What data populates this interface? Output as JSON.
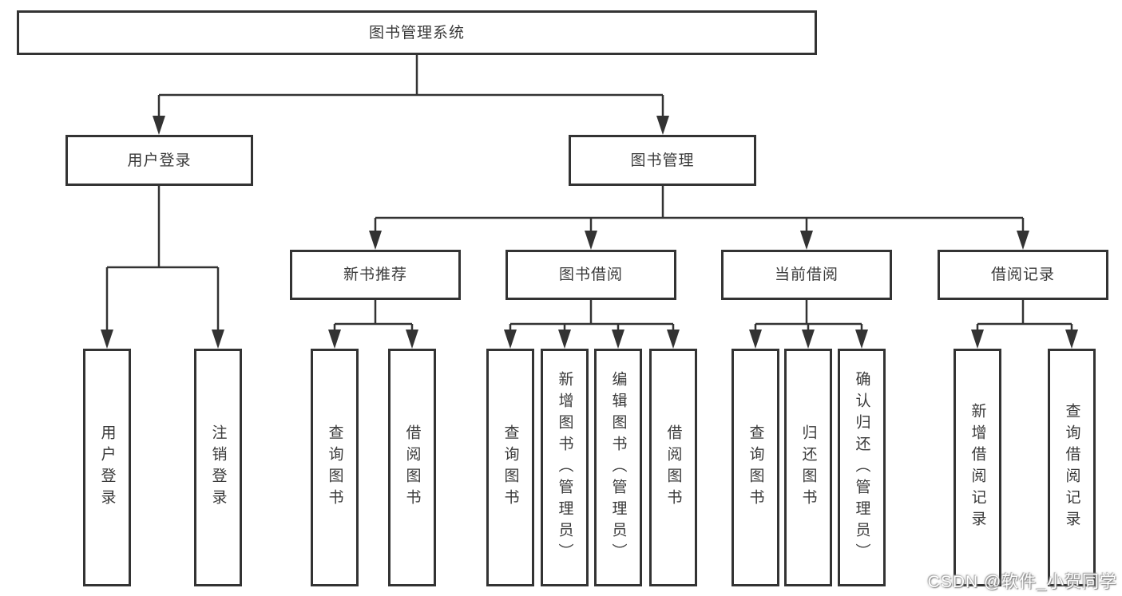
{
  "tree": {
    "label": "图书管理系统",
    "children": [
      {
        "label": "用户登录",
        "children": [
          {
            "label": "用户登录"
          },
          {
            "label": "注销登录"
          }
        ]
      },
      {
        "label": "图书管理",
        "children": [
          {
            "label": "新书推荐",
            "children": [
              {
                "label": "查询图书"
              },
              {
                "label": "借阅图书"
              }
            ]
          },
          {
            "label": "图书借阅",
            "children": [
              {
                "label": "查询图书"
              },
              {
                "label": "新增图书（管理员）"
              },
              {
                "label": "编辑图书（管理员）"
              },
              {
                "label": "借阅图书"
              }
            ]
          },
          {
            "label": "当前借阅",
            "children": [
              {
                "label": "查询图书"
              },
              {
                "label": "归还图书"
              },
              {
                "label": "确认归还（管理员）"
              }
            ]
          },
          {
            "label": "借阅记录",
            "children": [
              {
                "label": "新增借阅记录"
              },
              {
                "label": "查询借阅记录"
              }
            ]
          }
        ]
      }
    ]
  },
  "colors": {
    "line": "#333333",
    "text": "#3a3a3a",
    "background": "#ffffff"
  },
  "watermark": {
    "text": "CSDN @软件_小贺同学"
  }
}
